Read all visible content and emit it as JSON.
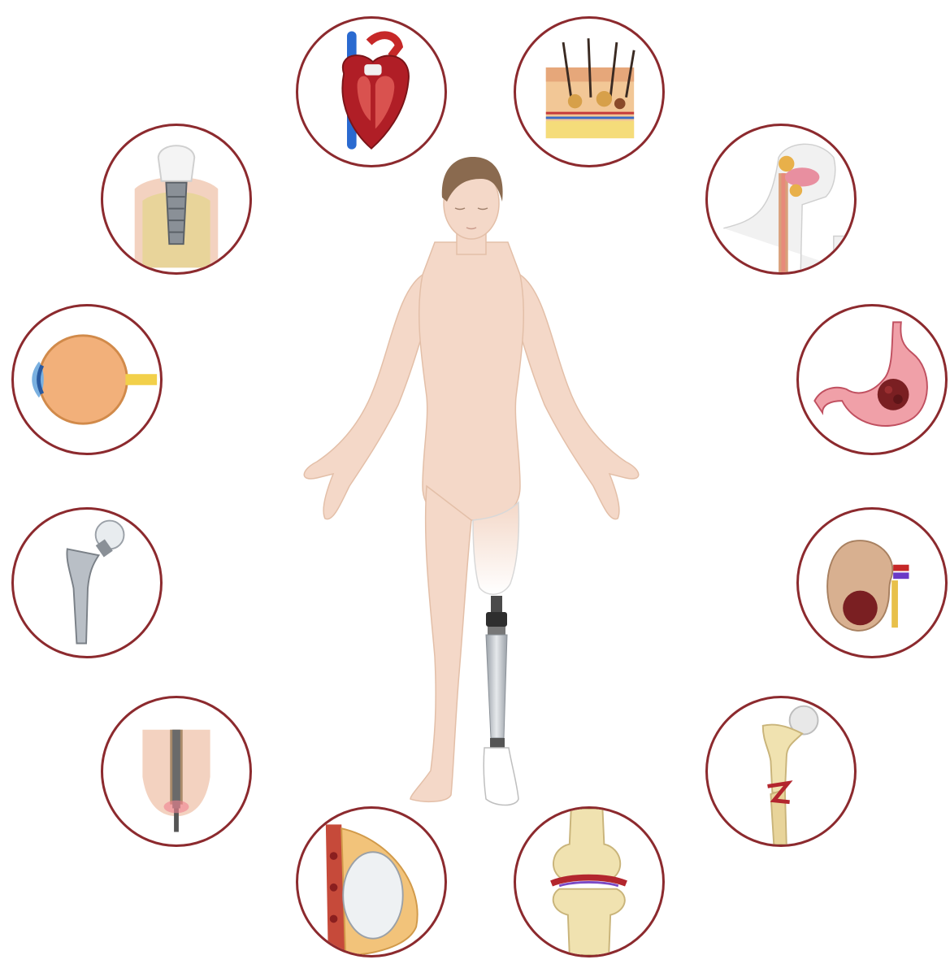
{
  "colors": {
    "ring": "#8c2a2e",
    "skin": "#f4d8c8",
    "skin_shade": "#e8c3ad",
    "hair": "#8a6a4f",
    "prosthesis_metal": "#b9bfc6",
    "prosthesis_dark": "#3a3a3a",
    "bone": "#f0e2b0",
    "tissue_red": "#b3262e",
    "tumor": "#7a1f22"
  },
  "center": {
    "figure": "human-body-with-leg-prosthesis-icon"
  },
  "nodes": [
    {
      "id": "heart",
      "icon": "heart-icon"
    },
    {
      "id": "skin",
      "icon": "skin-layers-icon"
    },
    {
      "id": "esophagus",
      "icon": "esophagus-icon"
    },
    {
      "id": "stomach",
      "icon": "stomach-tumor-icon"
    },
    {
      "id": "kidney",
      "icon": "kidney-tumor-icon"
    },
    {
      "id": "femur-fracture",
      "icon": "femur-fracture-icon"
    },
    {
      "id": "knee-joint",
      "icon": "knee-joint-icon"
    },
    {
      "id": "breast-implant",
      "icon": "breast-implant-icon"
    },
    {
      "id": "root-canal",
      "icon": "tooth-root-canal-icon"
    },
    {
      "id": "hip-implant",
      "icon": "hip-implant-icon"
    },
    {
      "id": "eye",
      "icon": "eye-icon"
    },
    {
      "id": "dental-implant",
      "icon": "dental-implant-icon"
    }
  ]
}
